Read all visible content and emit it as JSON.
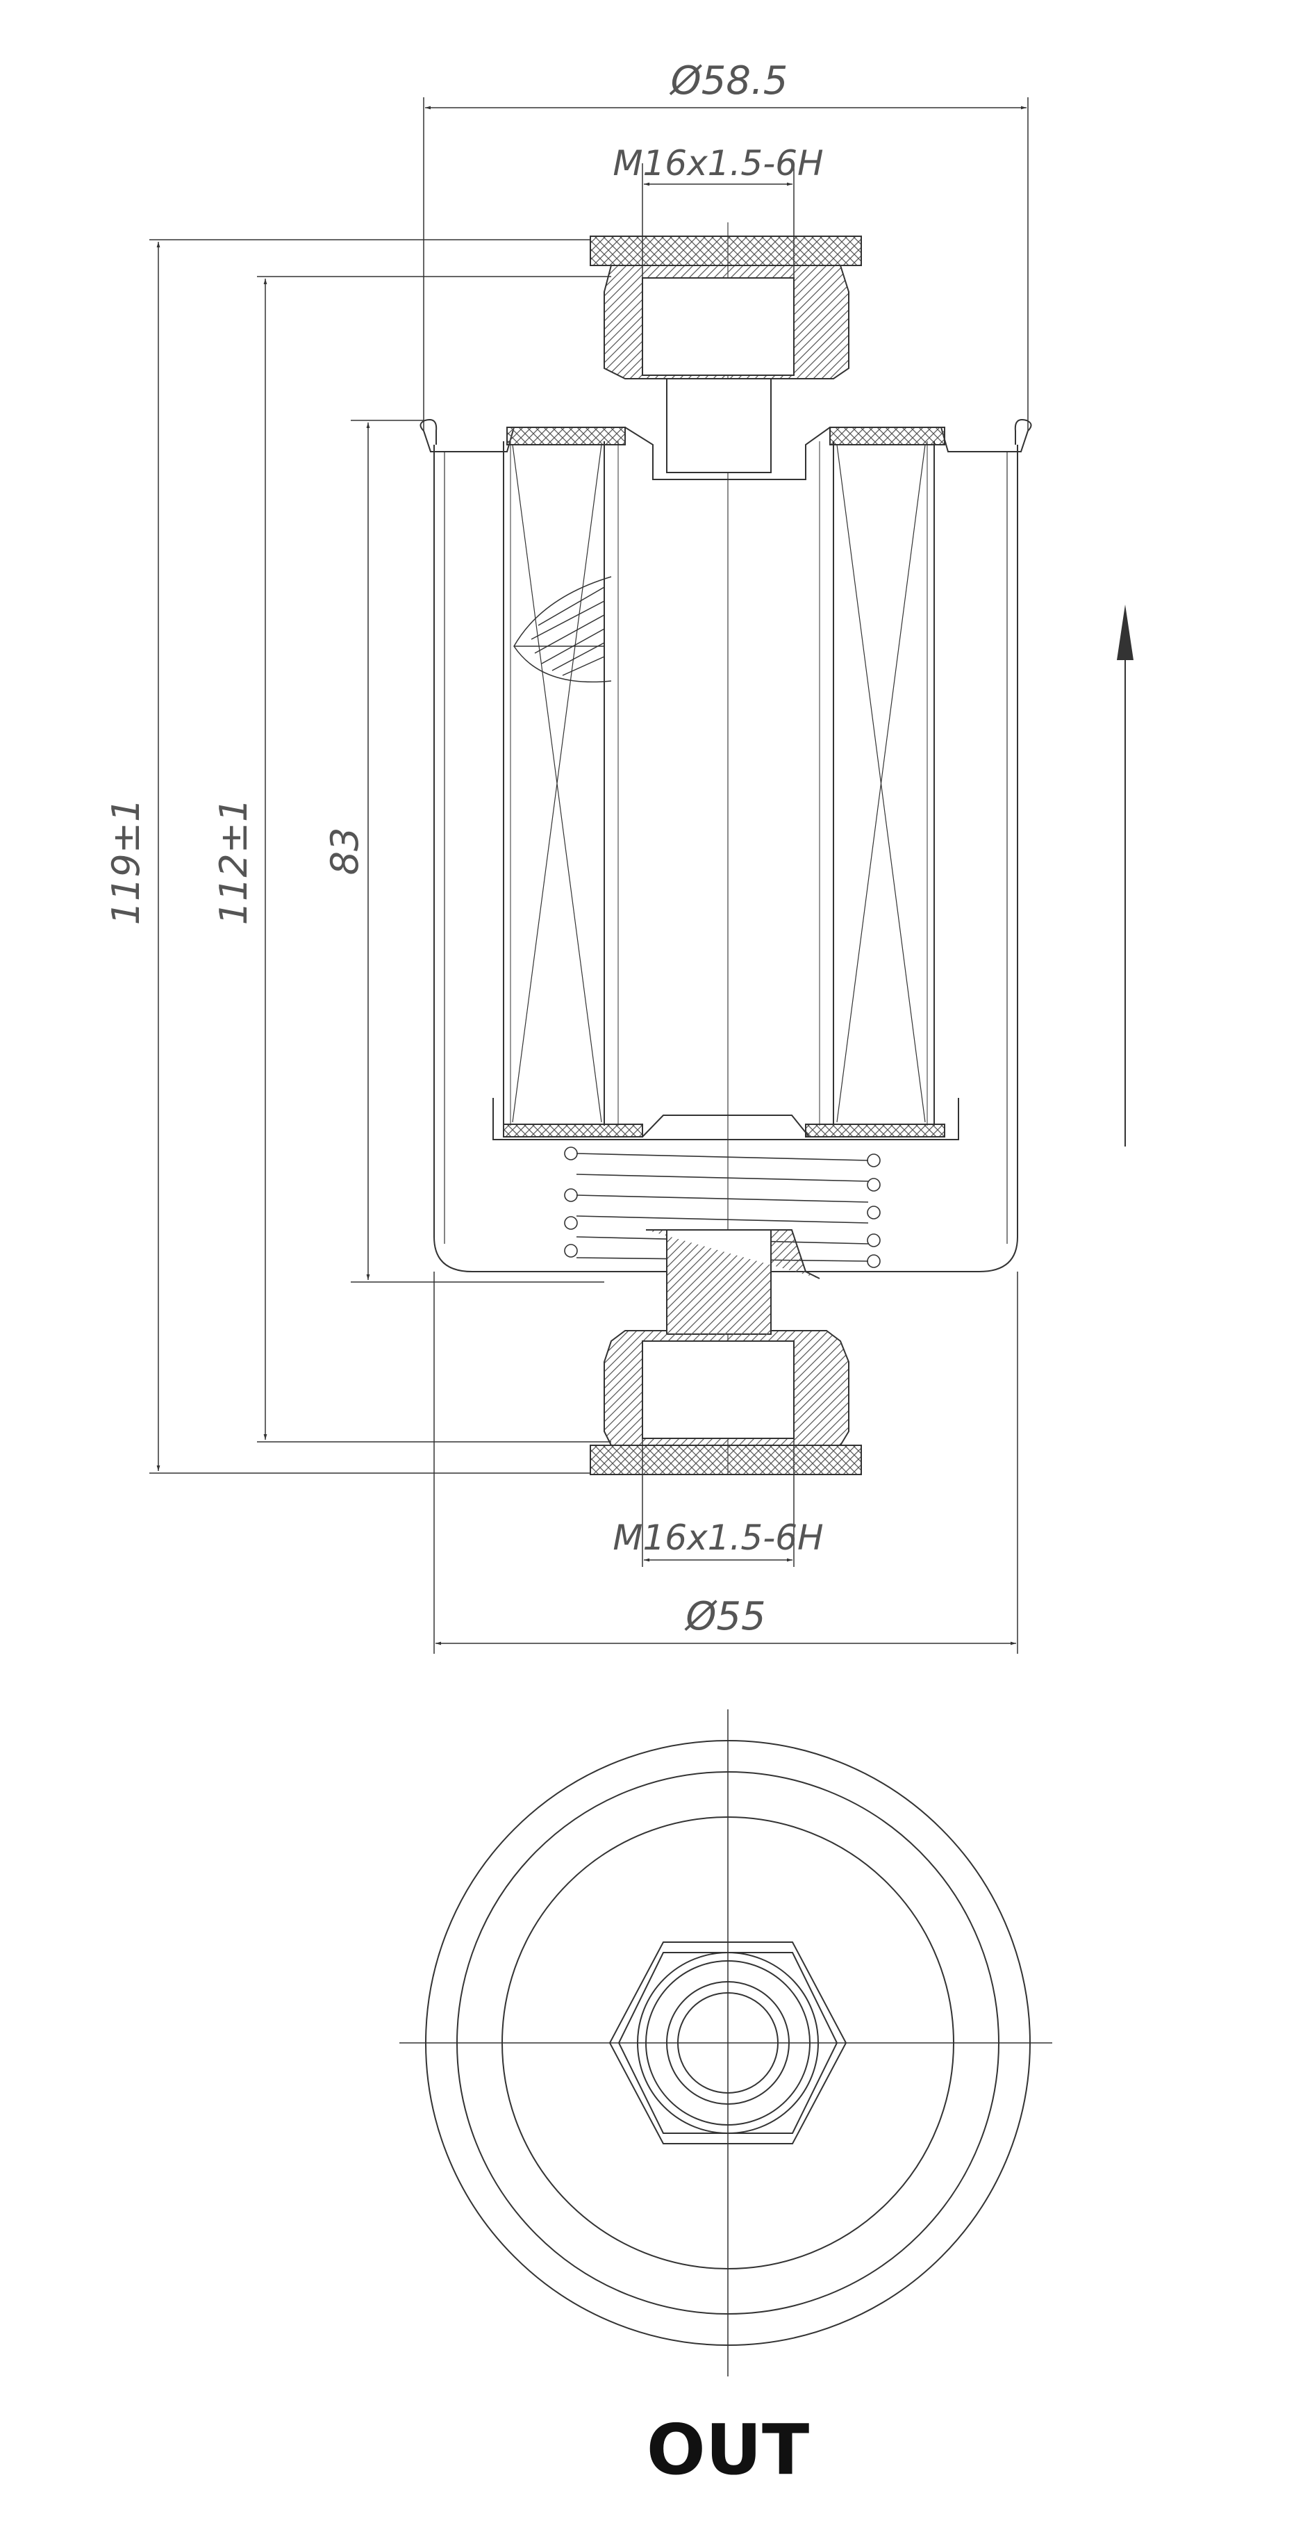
{
  "dimensions": {
    "top_diameter": "Ø58.5",
    "top_thread": "M16x1.5-6H",
    "overall_height": "119±1",
    "body_height": "112±1",
    "inner_height": "83",
    "bottom_thread": "M16x1.5-6H",
    "bottom_diameter": "Ø55"
  },
  "label": "OUT",
  "colors": {
    "line": "#333333",
    "hatch": "#555555",
    "text": "#555555",
    "label": "#111111"
  },
  "flow_direction": "up"
}
